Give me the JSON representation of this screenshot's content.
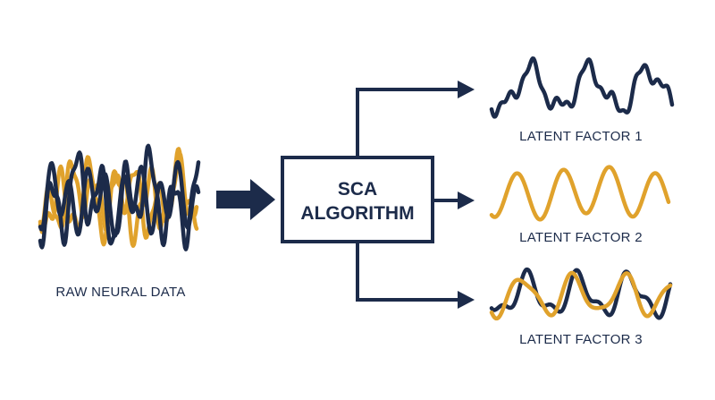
{
  "colors": {
    "navy": "#1c2b4a",
    "gold": "#e0a22c",
    "background": "#ffffff"
  },
  "input": {
    "label": "RAW NEURAL DATA"
  },
  "algorithm": {
    "line1": "SCA",
    "line2": "ALGORITHM"
  },
  "outputs": [
    {
      "label": "LATENT FACTOR 1",
      "colors": [
        "navy"
      ]
    },
    {
      "label": "LATENT FACTOR 2",
      "colors": [
        "gold"
      ]
    },
    {
      "label": "LATENT FACTOR 3",
      "colors": [
        "navy",
        "gold"
      ]
    }
  ]
}
